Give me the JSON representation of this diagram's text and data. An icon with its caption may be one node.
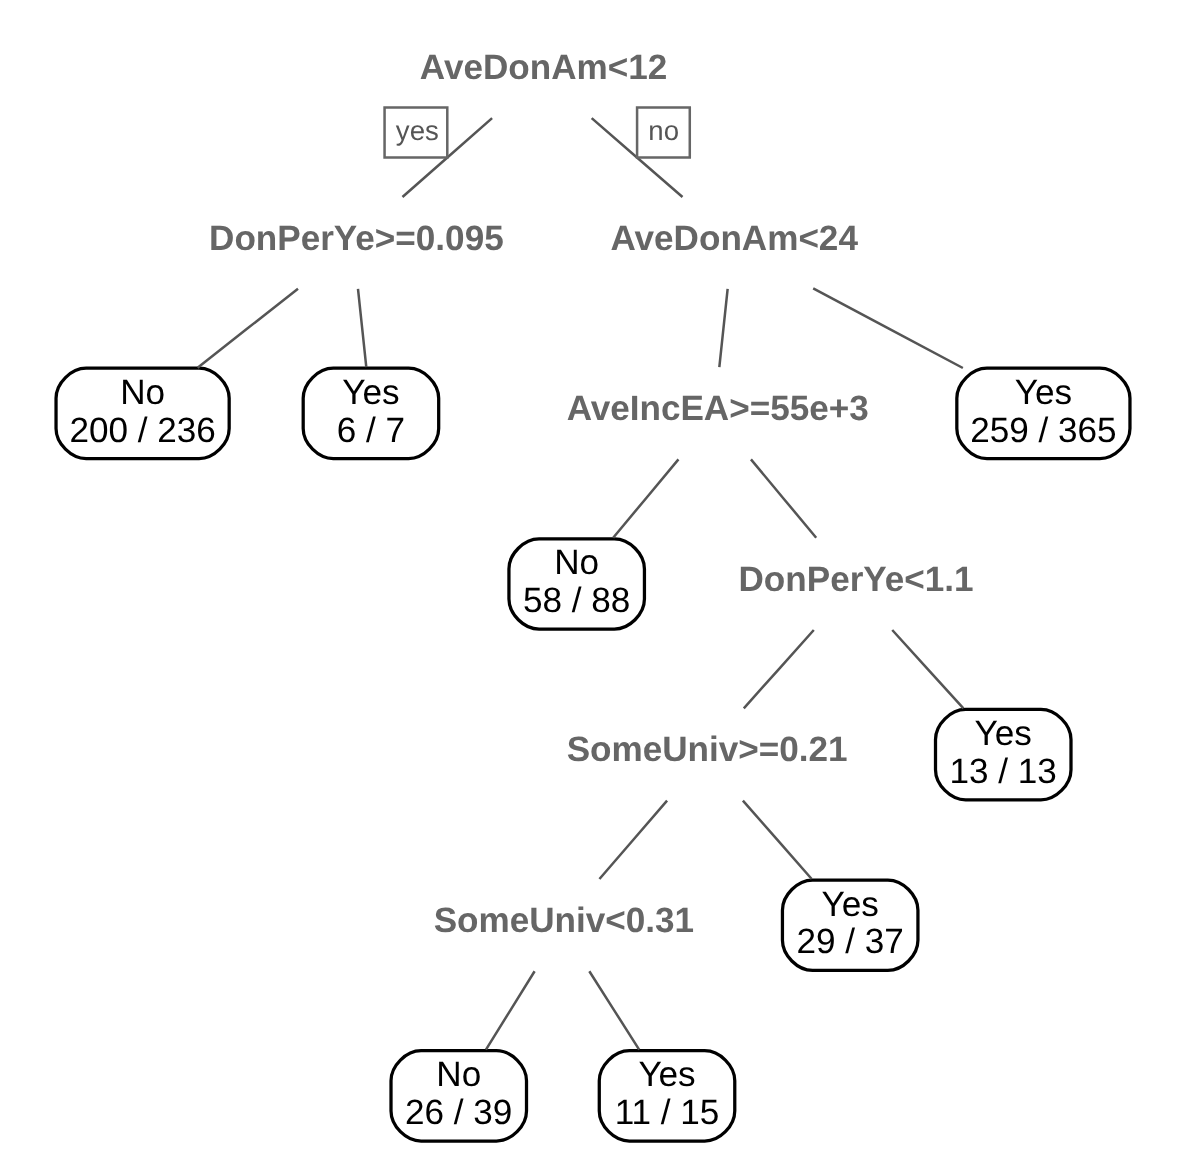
{
  "diagram": {
    "nodes": [
      {
        "text": [
          "AveDonAm<12"
        ]
      },
      {
        "text": [
          "DonPerYe>=0.095"
        ]
      },
      {
        "text": [
          "AveDonAm<24"
        ]
      },
      {
        "text": [
          "No",
          "200 / 236"
        ]
      },
      {
        "text": [
          "Yes",
          "6 / 7"
        ]
      },
      {
        "text": [
          "AveIncEA>=55e+3"
        ]
      },
      {
        "text": [
          "Yes",
          "259 / 365"
        ]
      },
      {
        "text": [
          "No",
          "58 / 88"
        ]
      },
      {
        "text": [
          "DonPerYe<1.1"
        ]
      },
      {
        "text": [
          "SomeUniv>=0.21"
        ]
      },
      {
        "text": [
          "Yes",
          "13 / 13"
        ]
      },
      {
        "text": [
          "SomeUniv<0.31"
        ]
      },
      {
        "text": [
          "Yes",
          "29 / 37"
        ]
      },
      {
        "text": [
          "No",
          "26 / 39"
        ]
      },
      {
        "text": [
          "Yes",
          "11 / 15"
        ]
      }
    ],
    "edges": [
      {
        "from": 0,
        "to": 1,
        "arrow": "none",
        "label": "yes"
      },
      {
        "from": 0,
        "to": 2,
        "arrow": "none",
        "label": "no"
      },
      {
        "from": 1,
        "to": 3,
        "arrow": "none"
      },
      {
        "from": 1,
        "to": 4,
        "arrow": "none"
      },
      {
        "from": 2,
        "to": 5,
        "arrow": "none"
      },
      {
        "from": 2,
        "to": 6,
        "arrow": "none"
      },
      {
        "from": 5,
        "to": 7,
        "arrow": "none"
      },
      {
        "from": 5,
        "to": 8,
        "arrow": "none"
      },
      {
        "from": 8,
        "to": 9,
        "arrow": "none"
      },
      {
        "from": 8,
        "to": 10,
        "arrow": "none"
      },
      {
        "from": 9,
        "to": 11,
        "arrow": "none"
      },
      {
        "from": 9,
        "to": 12,
        "arrow": "none"
      },
      {
        "from": 11,
        "to": 13,
        "arrow": "none"
      },
      {
        "from": 11,
        "to": 14,
        "arrow": "none"
      }
    ]
  }
}
